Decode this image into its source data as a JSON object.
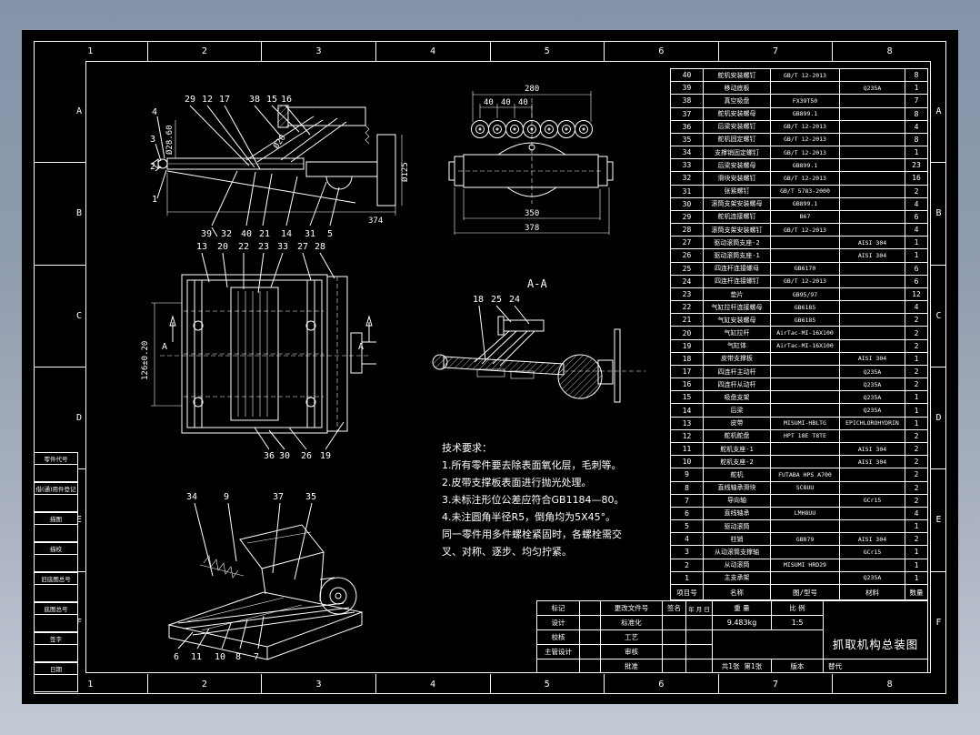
{
  "frame": {
    "zone_numbers": [
      "1",
      "2",
      "3",
      "4",
      "5",
      "6",
      "7",
      "8"
    ],
    "zone_letters": [
      "A",
      "B",
      "C",
      "D",
      "E",
      "F"
    ]
  },
  "margin_fields": [
    "零件代号",
    "借(通)用件登记",
    "描图",
    "描校",
    "旧底图总号",
    "底图总号",
    "签字",
    "日期"
  ],
  "tech_requirements": {
    "title": "技术要求：",
    "lines": [
      "1.所有零件要去除表面氧化层，毛刺等。",
      "2.皮带支撑板表面进行抛光处理。",
      "3.未标注形位公差应符合GB1184—80。",
      "4.未注圆角半径R5，倒角均为5X45°。",
      "同一零件用多件螺栓紧固时，各螺栓需交",
      "叉、对称、逐步、均匀拧紧。"
    ]
  },
  "views": {
    "side": {
      "callouts_top": [
        "29",
        "12",
        "17",
        "38",
        "15",
        "16"
      ],
      "callouts_left": [
        "4",
        "3",
        "2",
        "1"
      ],
      "callouts_bottom": [
        "39",
        "32",
        "40",
        "21",
        "14",
        "31",
        "5"
      ],
      "dims": {
        "bore": "Ø28.60",
        "rod": "Ø20",
        "plate": "Ø125",
        "length": "374"
      }
    },
    "front": {
      "dims": {
        "overall": "280",
        "pitch": [
          "40",
          "40",
          "40"
        ],
        "inner": "350",
        "outer": "378"
      }
    },
    "plan": {
      "callouts_top": [
        "13",
        "20",
        "22",
        "23",
        "33",
        "27",
        "28"
      ],
      "callouts_bottom": [
        "36",
        "30",
        "26",
        "19"
      ],
      "dims": {
        "height": "126±0.20"
      },
      "section_label": "A"
    },
    "section": {
      "title": "A-A",
      "callouts": [
        "18",
        "25",
        "24"
      ]
    },
    "iso": {
      "callouts_top": [
        "34",
        "9",
        "37",
        "35"
      ],
      "callouts_bottom": [
        "6",
        "11",
        "10",
        "8",
        "7"
      ]
    }
  },
  "bom": {
    "headers": [
      "项目号",
      "名称",
      "图/型号",
      "材料",
      "数量"
    ],
    "rows": [
      {
        "no": "40",
        "name": "舵机安装螺钉",
        "spec": "GB/T 12-2013",
        "material": "",
        "qty": "8"
      },
      {
        "no": "39",
        "name": "移动底板",
        "spec": "",
        "material": "Q235A",
        "qty": "1"
      },
      {
        "no": "38",
        "name": "真空吸盘",
        "spec": "FX39T50",
        "material": "",
        "qty": "7"
      },
      {
        "no": "37",
        "name": "舵机安装螺母",
        "spec": "GB899.1",
        "material": "",
        "qty": "8"
      },
      {
        "no": "36",
        "name": "后梁安装螺钉",
        "spec": "GB/T 12-2013",
        "material": "",
        "qty": "4"
      },
      {
        "no": "35",
        "name": "舵机固定螺钉",
        "spec": "GB/T 12-2013",
        "material": "",
        "qty": "8"
      },
      {
        "no": "34",
        "name": "支撑销固定螺钉",
        "spec": "GB/T 12-2013",
        "material": "",
        "qty": "1"
      },
      {
        "no": "33",
        "name": "后梁安装螺母",
        "spec": "GB899.1",
        "material": "",
        "qty": "23"
      },
      {
        "no": "32",
        "name": "滑块安装螺钉",
        "spec": "GB/T 12-2013",
        "material": "",
        "qty": "16"
      },
      {
        "no": "31",
        "name": "张紧螺钉",
        "spec": "GB/T 5783-2000",
        "material": "",
        "qty": "2"
      },
      {
        "no": "30",
        "name": "滚筒支架安装螺母",
        "spec": "GB899.1",
        "material": "",
        "qty": "4"
      },
      {
        "no": "29",
        "name": "舵机连接螺钉",
        "spec": "B67",
        "material": "",
        "qty": "6"
      },
      {
        "no": "28",
        "name": "滚筒支架安装螺钉",
        "spec": "GB/T 12-2013",
        "material": "",
        "qty": "4"
      },
      {
        "no": "27",
        "name": "驱动滚筒支座-2",
        "spec": "",
        "material": "AISI 304",
        "qty": "1"
      },
      {
        "no": "26",
        "name": "驱动滚筒支座-1",
        "spec": "",
        "material": "AISI 304",
        "qty": "1"
      },
      {
        "no": "25",
        "name": "四连杆连接螺母",
        "spec": "GB6170",
        "material": "",
        "qty": "6"
      },
      {
        "no": "24",
        "name": "四连杆连接螺钉",
        "spec": "GB/T 12-2013",
        "material": "",
        "qty": "6"
      },
      {
        "no": "23",
        "name": "垫片",
        "spec": "GB95/97",
        "material": "",
        "qty": "12"
      },
      {
        "no": "22",
        "name": "气缸拉杆连接螺母",
        "spec": "GB6185",
        "material": "",
        "qty": "4"
      },
      {
        "no": "21",
        "name": "气缸安装螺母",
        "spec": "GB6185",
        "material": "",
        "qty": "2"
      },
      {
        "no": "20",
        "name": "气缸拉杆",
        "spec": "AirTac-MI-16X100",
        "material": "",
        "qty": "2"
      },
      {
        "no": "19",
        "name": "气缸体",
        "spec": "AirTac-MI-16X100",
        "material": "",
        "qty": "2"
      },
      {
        "no": "18",
        "name": "皮带支撑板",
        "spec": "",
        "material": "AISI 304",
        "qty": "1"
      },
      {
        "no": "17",
        "name": "四连杆主动杆",
        "spec": "",
        "material": "Q235A",
        "qty": "2"
      },
      {
        "no": "16",
        "name": "四连杆从动杆",
        "spec": "",
        "material": "Q235A",
        "qty": "2"
      },
      {
        "no": "15",
        "name": "吸盘支架",
        "spec": "",
        "material": "Q235A",
        "qty": "1"
      },
      {
        "no": "14",
        "name": "后梁",
        "spec": "",
        "material": "Q235A",
        "qty": "1"
      },
      {
        "no": "13",
        "name": "皮带",
        "spec": "MISUMI-HBLTG",
        "material": "EPICHLOROHYDRIN",
        "qty": "1"
      },
      {
        "no": "12",
        "name": "舵机舵盘",
        "spec": "HPT 18E T8TE",
        "material": "",
        "qty": "2"
      },
      {
        "no": "11",
        "name": "舵机支座-1",
        "spec": "",
        "material": "AISI 304",
        "qty": "2"
      },
      {
        "no": "10",
        "name": "舵机支座-2",
        "spec": "",
        "material": "AISI 304",
        "qty": "2"
      },
      {
        "no": "9",
        "name": "舵机",
        "spec": "FUTABA HPS A700",
        "material": "",
        "qty": "2"
      },
      {
        "no": "8",
        "name": "直线轴承滑块",
        "spec": "SC8UU",
        "material": "",
        "qty": "2"
      },
      {
        "no": "7",
        "name": "导向轴",
        "spec": "",
        "material": "GCr15",
        "qty": "2"
      },
      {
        "no": "6",
        "name": "直线轴承",
        "spec": "LMH8UU",
        "material": "",
        "qty": "4"
      },
      {
        "no": "5",
        "name": "驱动滚筒",
        "spec": "",
        "material": "",
        "qty": "1"
      },
      {
        "no": "4",
        "name": "柱销",
        "spec": "GB879",
        "material": "AISI 304",
        "qty": "2"
      },
      {
        "no": "3",
        "name": "从动滚筒支撑轴",
        "spec": "",
        "material": "GCr15",
        "qty": "1"
      },
      {
        "no": "2",
        "name": "从动滚筒",
        "spec": "MISUMI HRD29",
        "material": "",
        "qty": "1"
      },
      {
        "no": "1",
        "name": "主支承架",
        "spec": "",
        "material": "Q235A",
        "qty": "1"
      }
    ]
  },
  "title_block": {
    "labels": {
      "mark": "标记",
      "design": "设计",
      "check": "校核",
      "chief_design": "主管设计",
      "change_file_no": "更改文件号",
      "standardization": "标准化",
      "process": "工艺",
      "audit": "审核",
      "approve": "批准",
      "signature": "签名",
      "date": "年 月 日",
      "weight_label": "重 量",
      "scale_label": "比 例"
    },
    "weight": "9.483kg",
    "scale": "1:5",
    "title": "抓取机构总装图",
    "sheet": "共1张",
    "sheet_no": "第1张",
    "version": "版本",
    "replace": "替代"
  }
}
